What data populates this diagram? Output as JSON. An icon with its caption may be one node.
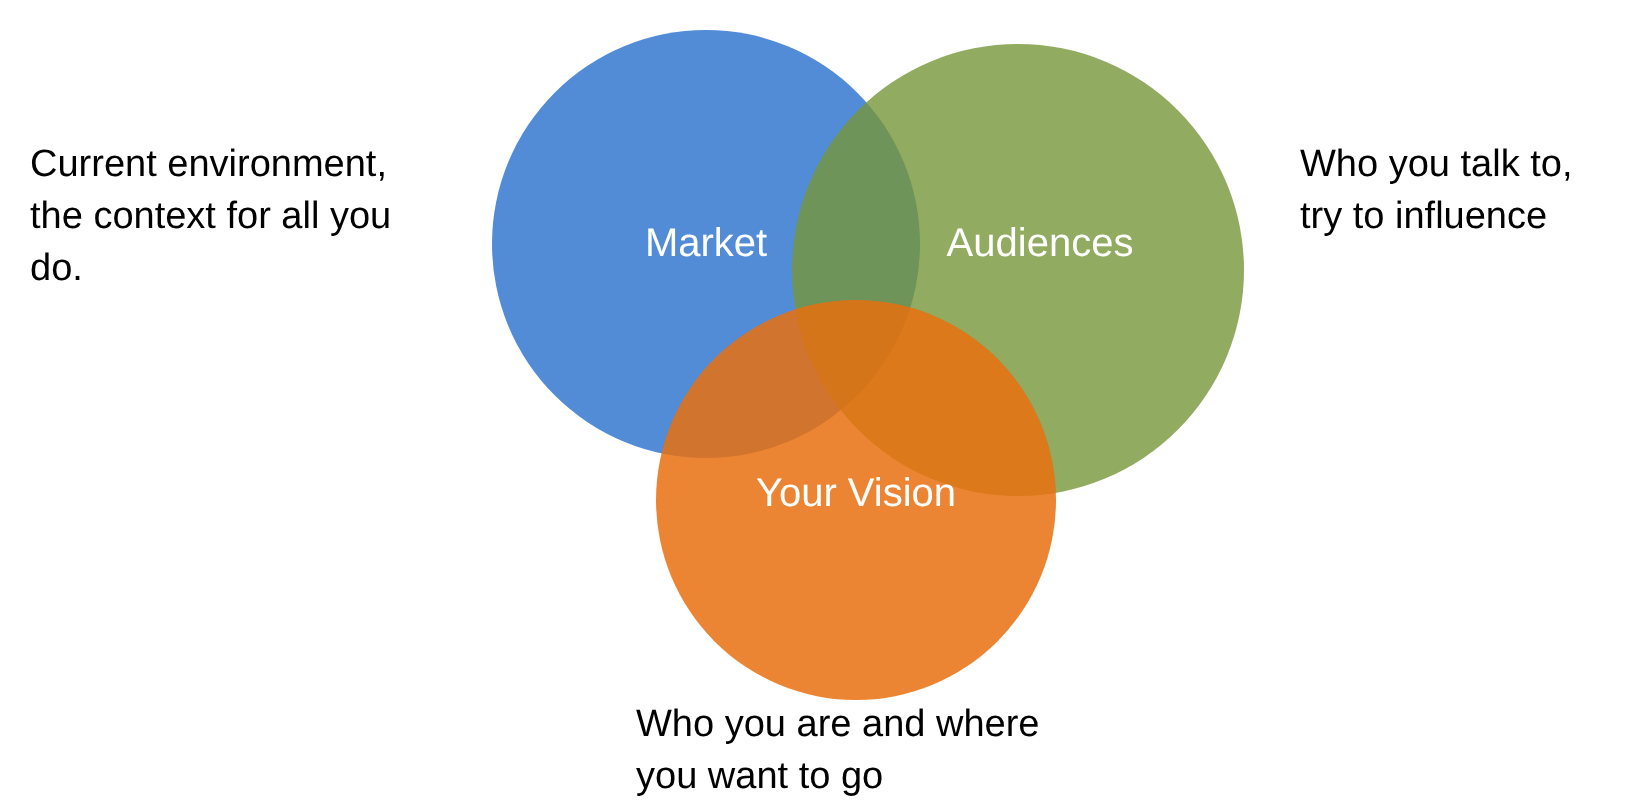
{
  "diagram": {
    "nodes": [
      {
        "text": [
          "Market"
        ],
        "beside": [
          "Current environment, the context for all you do."
        ]
      },
      {
        "text": [
          "Audiences"
        ],
        "beside": [
          "Who you talk to, try to influence"
        ]
      },
      {
        "text": [
          "Your Vision"
        ],
        "beside": [
          "Who you are and where you want to go"
        ]
      }
    ]
  }
}
